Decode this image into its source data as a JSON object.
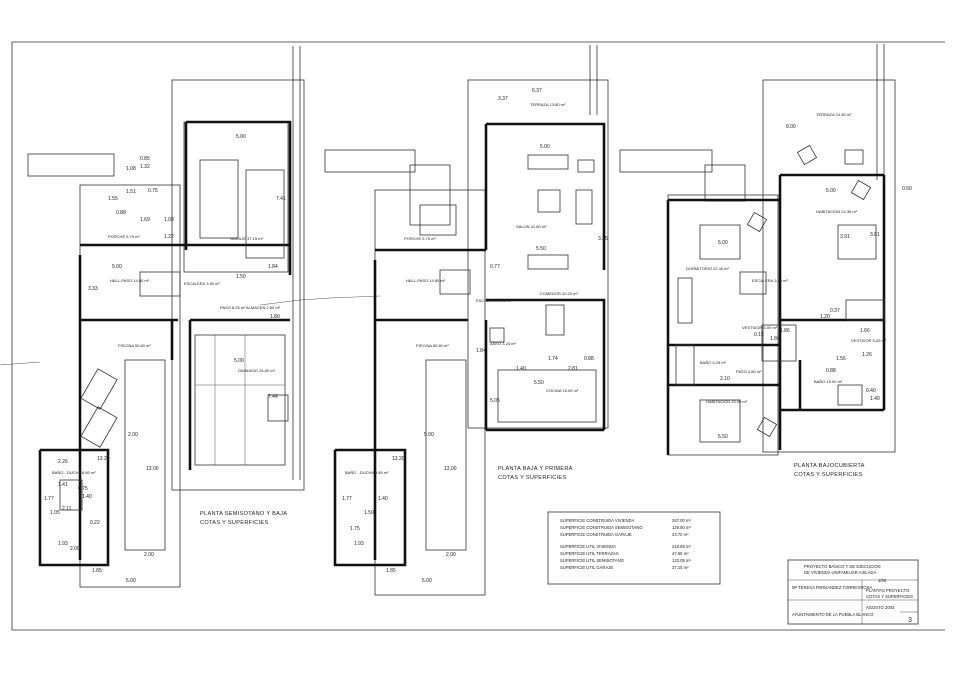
{
  "plans": [
    {
      "title_line1": "PLANTA SEMISOTANO Y BAJA",
      "title_line2": "COTAS Y SUPERFICIES",
      "rooms": {
        "porche": "PORCHE 5.75 m²",
        "garaje": "GARAJE 37.15 m²",
        "hall": "HALL-PASO 14.80 m²",
        "escalera": "ESCALERA 3.90 m²",
        "paso": "PASO 8.25 m²",
        "almacen": "ALMACEN 2.60 m²",
        "piscina": "PISCINA 50.60 m²",
        "gimnasio": "GIMNASIO 26.80 m²",
        "bano": "BAÑO - DUCHA 6.80 m²"
      },
      "dims": [
        "5.00",
        "7.41",
        "0.85",
        "1.32",
        "1.08",
        "1.51",
        "1.55",
        "0.75",
        "0.88",
        "1.69",
        "1.08",
        "1.22",
        "5.00",
        "1.84",
        "5.00",
        "7.44",
        "1.80",
        "3.33",
        "2.26",
        "1.41",
        "1.77",
        "0.75",
        "2.11",
        "1.05",
        "1.93",
        "2.00",
        "13.00",
        "13.20",
        "1.85",
        "5.00",
        "2.00",
        "1.50",
        "1.40",
        "0.22",
        "2.00"
      ]
    },
    {
      "title_line1": "PLANTA BAJA Y PRIMERA",
      "title_line2": "COTAS Y SUPERFICIES",
      "rooms": {
        "terraza": "TERRAZA 13.80 m²",
        "porche": "PORCHE 5.75 m²",
        "salon": "SALON 41.80 m²",
        "hall": "HALL-PASO 14.80 m²",
        "escalera": "ESCALERA 3.90 m²",
        "comedor": "COMEDOR 20.20 m²",
        "aseo": "ASEO 3.24 m²",
        "cocina": "COCINA 15.05 m²",
        "piscina": "PISCINA 50.60 m²",
        "bano": "BAÑO - DUCHA 6.80 m²"
      },
      "dims": [
        "6.37",
        "3.37",
        "5.00",
        "0.77",
        "3.35",
        "5.50",
        "1.74",
        "0.88",
        "1.40",
        "2.81",
        "5.50",
        "5.05",
        "1.84",
        "1.50",
        "1.77",
        "1.40",
        "1.93",
        "5.00",
        "13.20",
        "13.00",
        "2.00",
        "1.85",
        "5.00",
        "1.75"
      ]
    },
    {
      "title_line1": "PLANTA BAJOCUBIERTA",
      "title_line2": "COTAS Y SUPERFICIES",
      "rooms": {
        "terraza": "TERRAZA 24.30 m²",
        "habitacion1": "HABITACION 24.35 m²",
        "dormitorio": "DORMITORIO 22.40 m²",
        "escalera": "ESCALERA 3.90 m²",
        "vestidor1": "VESTIDOR 5.00 m²",
        "vestidor2": "VESTIDOR 5.20 m²",
        "bano1": "BAÑO 6.25 m²",
        "paso": "PASO 2.80 m²",
        "bano2": "BAÑO 15.90 m²",
        "habitacion2": "HABITACION 15.00 m²"
      },
      "dims": [
        "8.00",
        "5.00",
        "3.81",
        "0.50",
        "5.00",
        "3.91",
        "1.86",
        "1.20",
        "0.37",
        "1.66",
        "2.10",
        "1.84",
        "0.19",
        "1.56",
        "0.88",
        "1.26",
        "1.40",
        "5.50",
        "0.40"
      ]
    }
  ],
  "surfaces": [
    {
      "label": "SUPERFICIE CONSTRUIDA VIVIENDA",
      "value": "267.00 m²"
    },
    {
      "label": "SUPERFICIE CONSTRUIDA SEMISOTANO",
      "value": "129.80 m²"
    },
    {
      "label": "SUPERFICIE CONSTRUIDA GARAJE",
      "value": "43.70 m²"
    },
    {
      "label": "SUPERFICIE UTIL VIVIENDA",
      "value": "218.65 m²"
    },
    {
      "label": "SUPERFICIE UTIL TERRAZAS",
      "value": "47.65 m²"
    },
    {
      "label": "SUPERFICIE UTIL SEMISOTANO",
      "value": "123.05 m²"
    },
    {
      "label": "SUPERFICIE UTIL GARAJE",
      "value": "37.15 m²"
    }
  ],
  "title_block": {
    "project_line1": "PROYECTO BASICO Y DE EJECUCION",
    "project_line2": "DE VIVIENDA UNIFAMILIAR AISLADA",
    "scale": "1/50",
    "author": "Mª TERESA FERNANDEZ TORREGROSA",
    "plan_name_line1": "PLANTAS PROYECTO",
    "plan_name_line2": "COTAS Y SUPERFICIES",
    "municipality": "AYUNTAMIENTO DE LA PUEBLA BLANCO",
    "date": "AGOSTO 2004",
    "sheet_number": "3"
  }
}
